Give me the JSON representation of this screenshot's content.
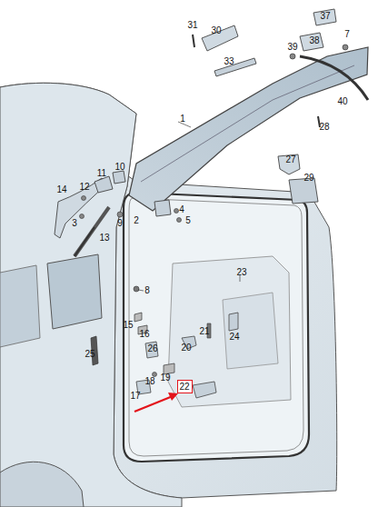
{
  "diagram": {
    "nodes": [
      {
        "text": [
          "22"
        ]
      }
    ],
    "labels": [
      "37",
      "31",
      "7",
      "30",
      "38",
      "39",
      "33",
      "40",
      "1",
      "28",
      "27",
      "10",
      "11",
      "29",
      "14",
      "12",
      "4",
      "5",
      "2",
      "3",
      "9",
      "13",
      "23",
      "8",
      "15",
      "16",
      "21",
      "24",
      "20",
      "26",
      "25",
      "19",
      "18",
      "17"
    ]
  }
}
